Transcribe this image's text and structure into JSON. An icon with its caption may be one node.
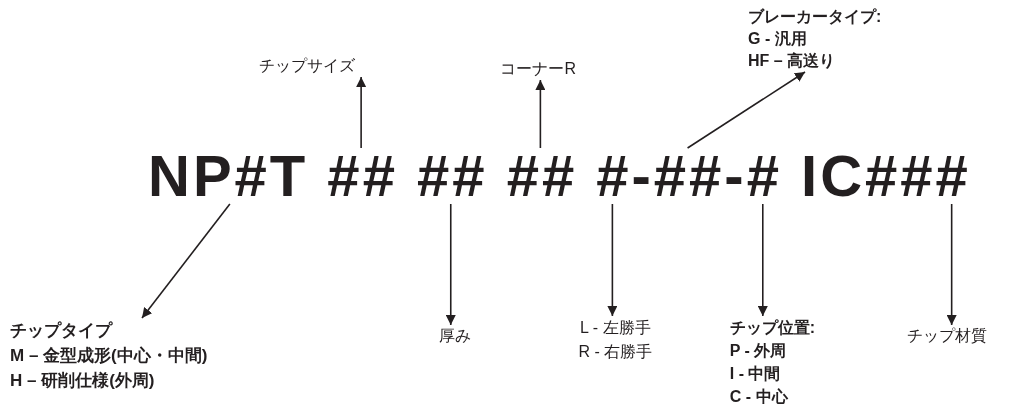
{
  "diagram": {
    "nodes": [
      {
        "text": [
          "ブレーカータイプ:",
          "G - 汎用",
          "HF – 高送り"
        ]
      },
      {
        "text": [
          "チップサイズ"
        ]
      },
      {
        "text": [
          "コーナーR"
        ]
      },
      {
        "text": [
          "NP#T ## ## ## #-##-# IC###"
        ]
      },
      {
        "text": [
          "チップタイプ",
          "M – 金型成形(中心・中間)",
          "H – 研削仕様(外周)"
        ]
      },
      {
        "text": [
          "厚み"
        ]
      },
      {
        "text": [
          "L - 左勝手",
          "R - 右勝手"
        ]
      },
      {
        "text": [
          "チップ位置:",
          "P - 外周",
          "I - 中間",
          "C - 中心"
        ]
      },
      {
        "text": [
          "チップ材質"
        ]
      }
    ],
    "edges": [
      {
        "from": 3,
        "to": 1,
        "arrow": "to"
      },
      {
        "from": 3,
        "to": 2,
        "arrow": "to"
      },
      {
        "from": 3,
        "to": 0,
        "arrow": "to"
      },
      {
        "from": 3,
        "to": 4,
        "arrow": "to"
      },
      {
        "from": 3,
        "to": 5,
        "arrow": "to"
      },
      {
        "from": 3,
        "to": 6,
        "arrow": "to"
      },
      {
        "from": 3,
        "to": 7,
        "arrow": "to"
      },
      {
        "from": 3,
        "to": 8,
        "arrow": "to"
      }
    ]
  }
}
